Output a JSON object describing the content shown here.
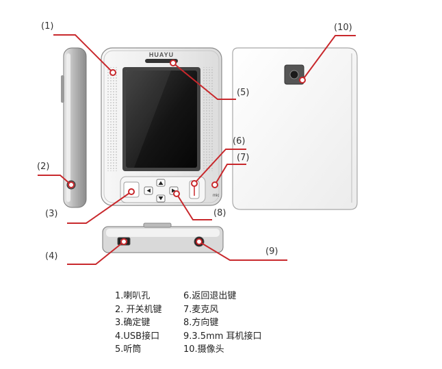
{
  "brand": {
    "logo_text": "HUAYU"
  },
  "labels": {
    "mic_text": "mic",
    "callouts": [
      "(1)",
      "(2)",
      "(3)",
      "(4)",
      "(5)",
      "(6)",
      "(7)",
      "(8)",
      "(9)",
      "(10)"
    ]
  },
  "legend": [
    [
      "1.喇叭孔",
      "6.返回退出键"
    ],
    [
      "2. 开关机键",
      "7.麦克风"
    ],
    [
      "3.确定键",
      "8.方向键"
    ],
    [
      "4.USB接口",
      "9.3.5mm 耳机接口"
    ],
    [
      "5.听筒",
      "10.摄像头"
    ]
  ],
  "colors": {
    "leader_line": "#c8282c",
    "device_body": "#efefef",
    "screen": "#1c1c1c",
    "device_outline": "#8a8a8a"
  },
  "icons": [
    "arrow-up-icon",
    "arrow-down-icon",
    "arrow-left-icon",
    "arrow-right-icon",
    "power-icon",
    "camera-icon"
  ]
}
